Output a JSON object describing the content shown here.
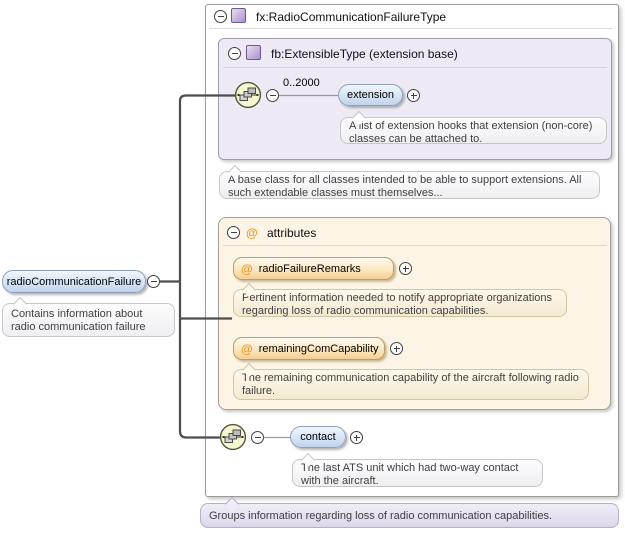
{
  "root": {
    "title": "fx:RadioCommunicationFailureType"
  },
  "extension_base": {
    "title": "fb:ExtensibleType (extension base)",
    "cardinality": "0..2000",
    "element_label": "extension",
    "element_tooltip": "A list of extension hooks that extension (non-core) classes can be attached to.",
    "tooltip": "A base class for all classes intended to be able to support extensions. All such extendable classes must themselves..."
  },
  "attributes_section": {
    "title": "attributes",
    "items": [
      {
        "name": "radioFailureRemarks",
        "tooltip": "Pertinent information needed to notify appropriate organizations regarding loss of radio communication capabilities."
      },
      {
        "name": "remainingComCapability",
        "tooltip": "The remaining communication capability of the aircraft following radio failure."
      }
    ]
  },
  "contact_element": {
    "label": "contact",
    "tooltip": "The last ATS unit which had two-way contact with the aircraft."
  },
  "main_element": {
    "label": "radioCommunicationFailure",
    "tooltip": "Contains information about radio communication failure"
  },
  "footer_tooltip": "Groups information regarding loss of radio communication capabilities.",
  "icons": {
    "at_symbol": "@",
    "collapse": "minus-circle",
    "expand": "plus-circle",
    "sequence": "sequence-compositor",
    "complex_type": "purple-square"
  },
  "colors": {
    "element_fill": "#c0d2ec",
    "attribute_fill": "#f5cf94",
    "extension_section_bg": "#edeaf5",
    "attributes_section_bg": "#fcf5e6",
    "purple_tooltip_bg": "#e9e5f3",
    "accent_orange": "#ef9820",
    "type_icon_purple": "#ab92ca",
    "sequence_icon_bg": "#f6f6d0",
    "connector_dark": "#4d4d4d"
  }
}
